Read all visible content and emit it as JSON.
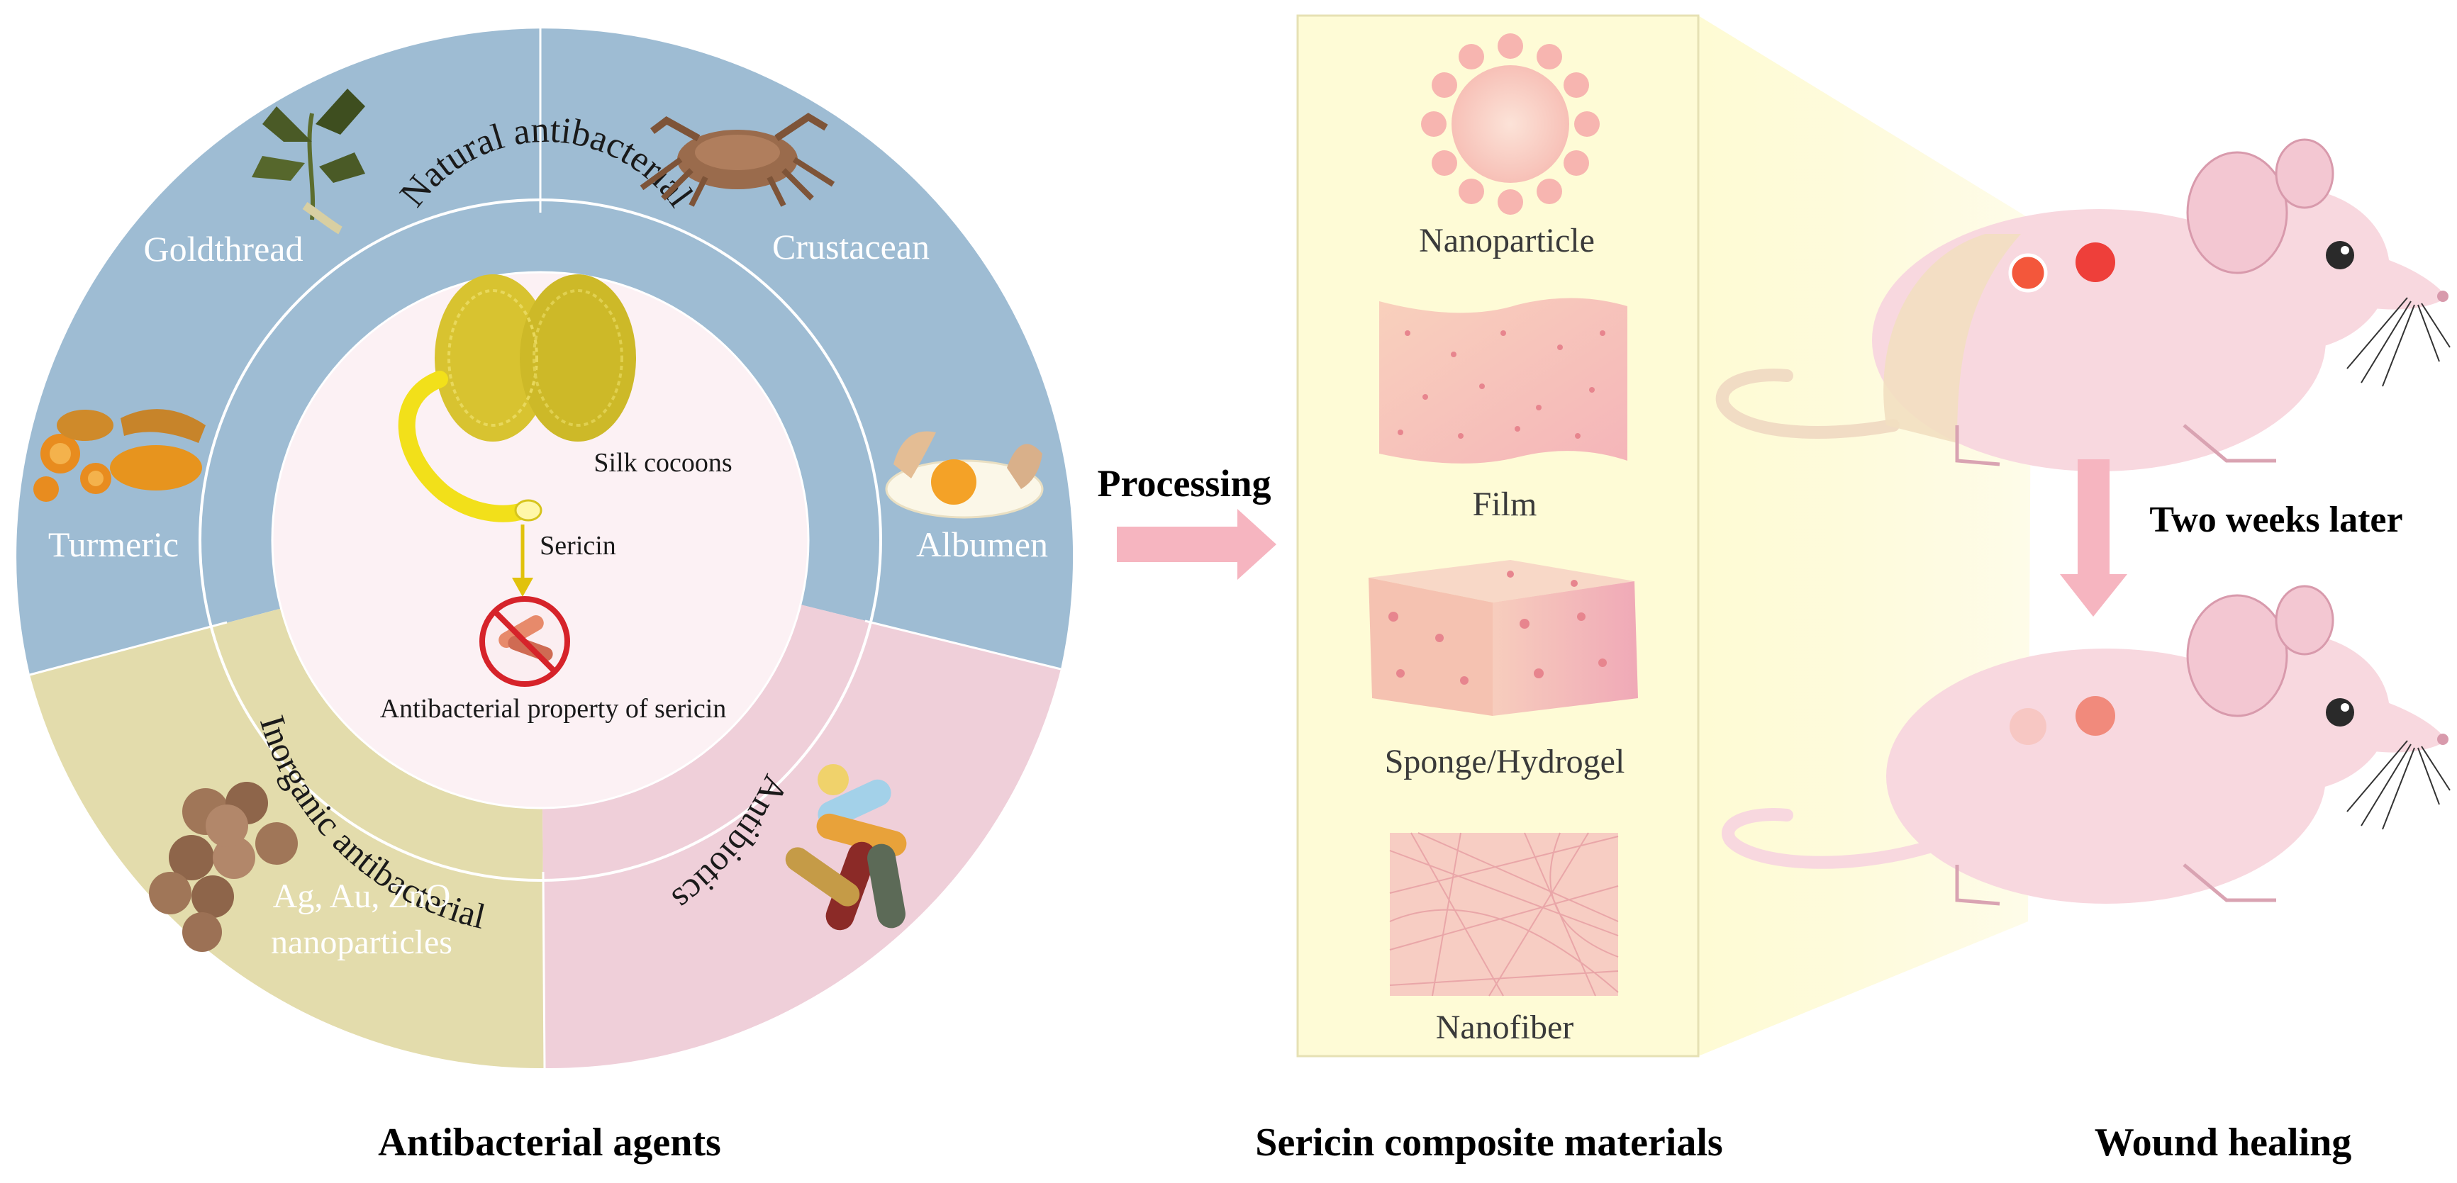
{
  "wheel": {
    "ring_title_top": "Natural antibacterial",
    "ring_title_left": "Inorganic antibacterial",
    "ring_title_right": "Antibiotics",
    "items": {
      "goldthread": "Goldthread",
      "crustacean": "Crustacean",
      "turmeric": "Turmeric",
      "albumen": "Albumen",
      "nanoparticles_line1": "Ag, Au, ZnO",
      "nanoparticles_line2": "nanoparticles"
    },
    "center": {
      "silk_cocoons": "Silk cocoons",
      "sericin": "Sericin",
      "antibacterial_property": "Antibacterial property of sericin"
    },
    "colors": {
      "natural": "#9ebcd3",
      "inorganic": "#e3dcac",
      "antibiotics": "#efcfd9",
      "center": "#fcf1f4"
    }
  },
  "processing_label": "Processing",
  "materials": {
    "nanoparticle": "Nanoparticle",
    "film": "Film",
    "sponge": "Sponge/Hydrogel",
    "nanofiber": "Nanofiber"
  },
  "time_label": "Two weeks later",
  "captions": {
    "left": "Antibacterial agents",
    "middle": "Sericin composite materials",
    "right": "Wound healing"
  }
}
